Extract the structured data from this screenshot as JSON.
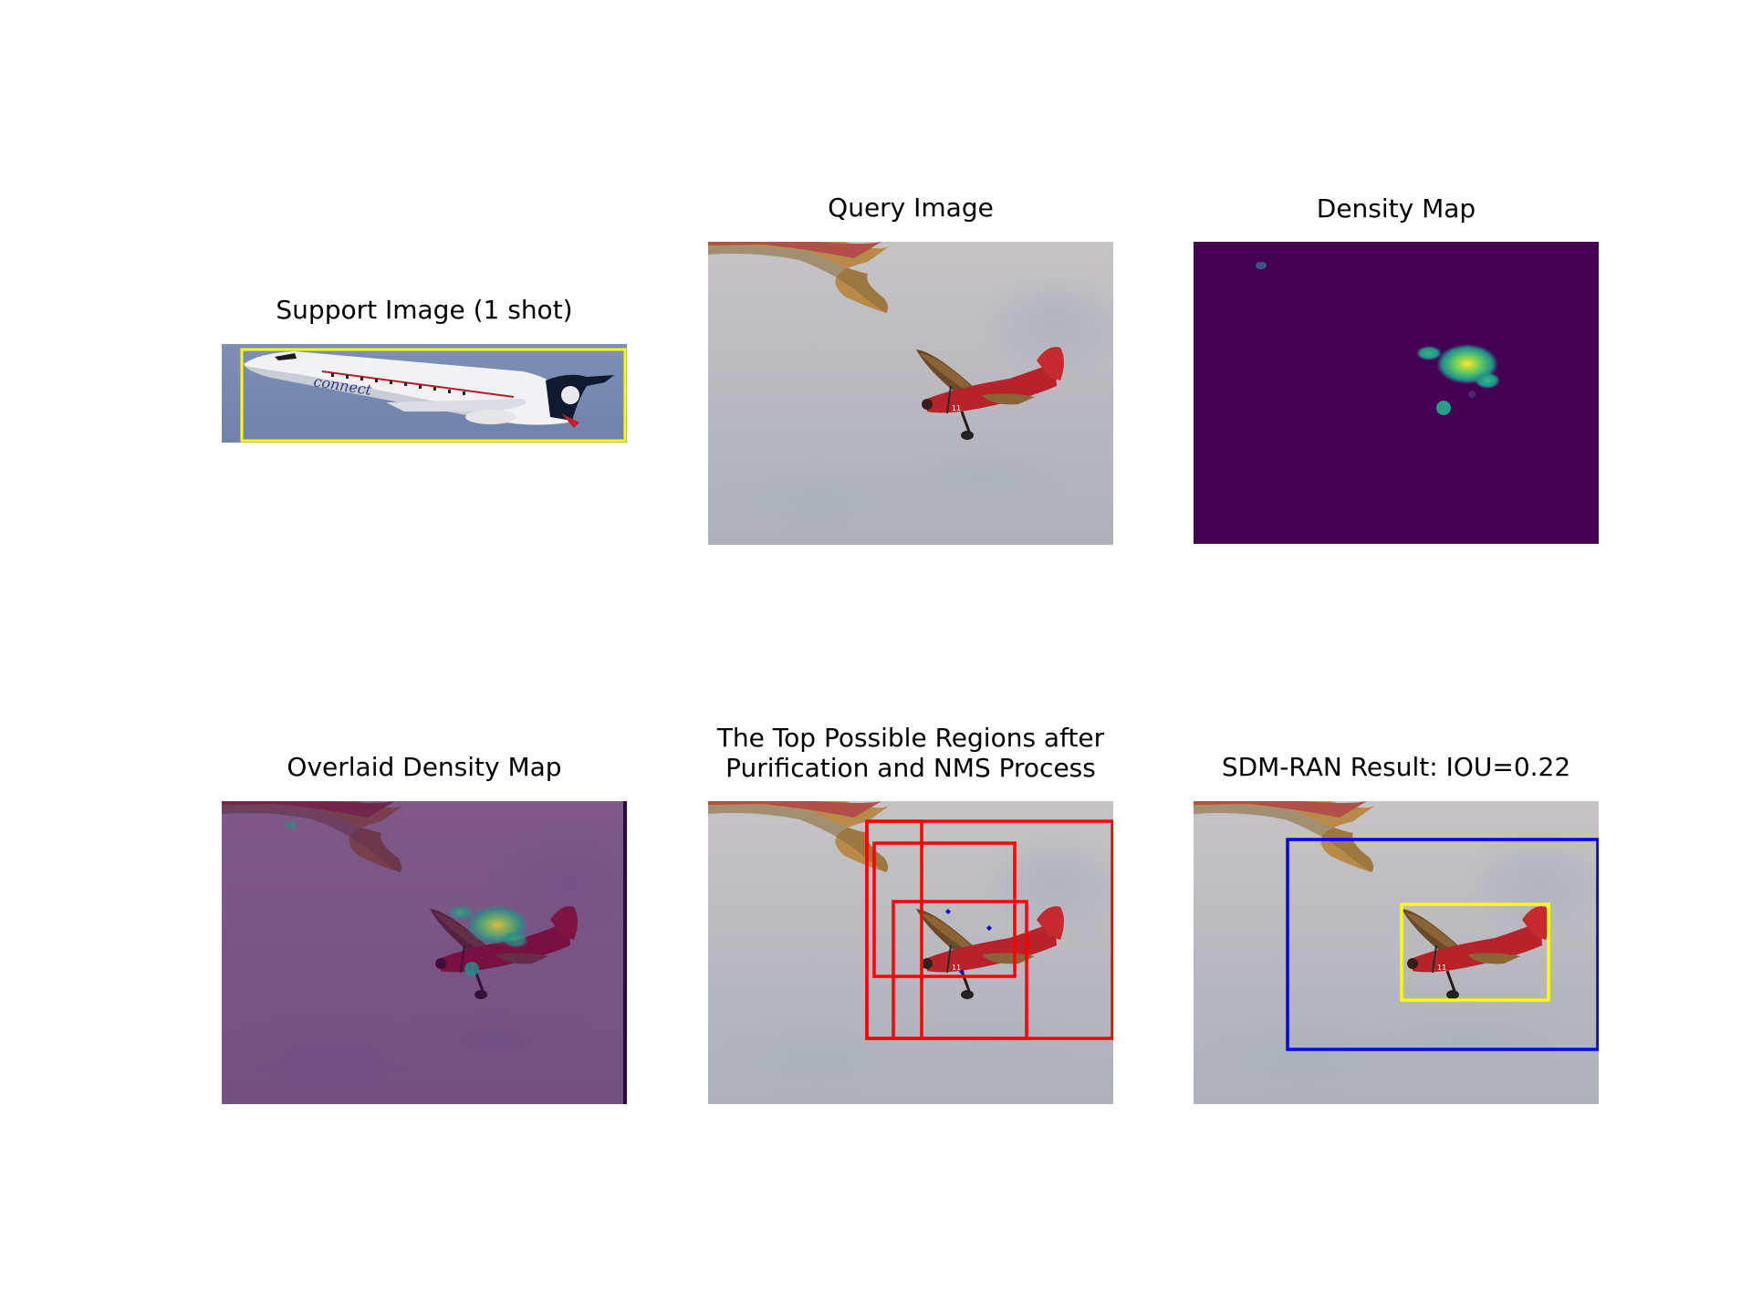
{
  "panels": {
    "support": {
      "title": "Support Image (1 shot)",
      "plane_text": "connect"
    },
    "query": {
      "title": "Query Image"
    },
    "density": {
      "title": "Density Map"
    },
    "overlaid": {
      "title": "Overlaid Density Map"
    },
    "regions": {
      "title_line1": "The Top Possible Regions after",
      "title_line2": "Purification and NMS Process"
    },
    "result": {
      "title": "SDM-RAN Result: IOU=0.22"
    }
  },
  "colors": {
    "support_box": "#ffff00",
    "region_boxes": "#ff0000",
    "prediction_box": "#0000ff",
    "ground_truth_box": "#ffff00",
    "density_background": "#440154"
  }
}
